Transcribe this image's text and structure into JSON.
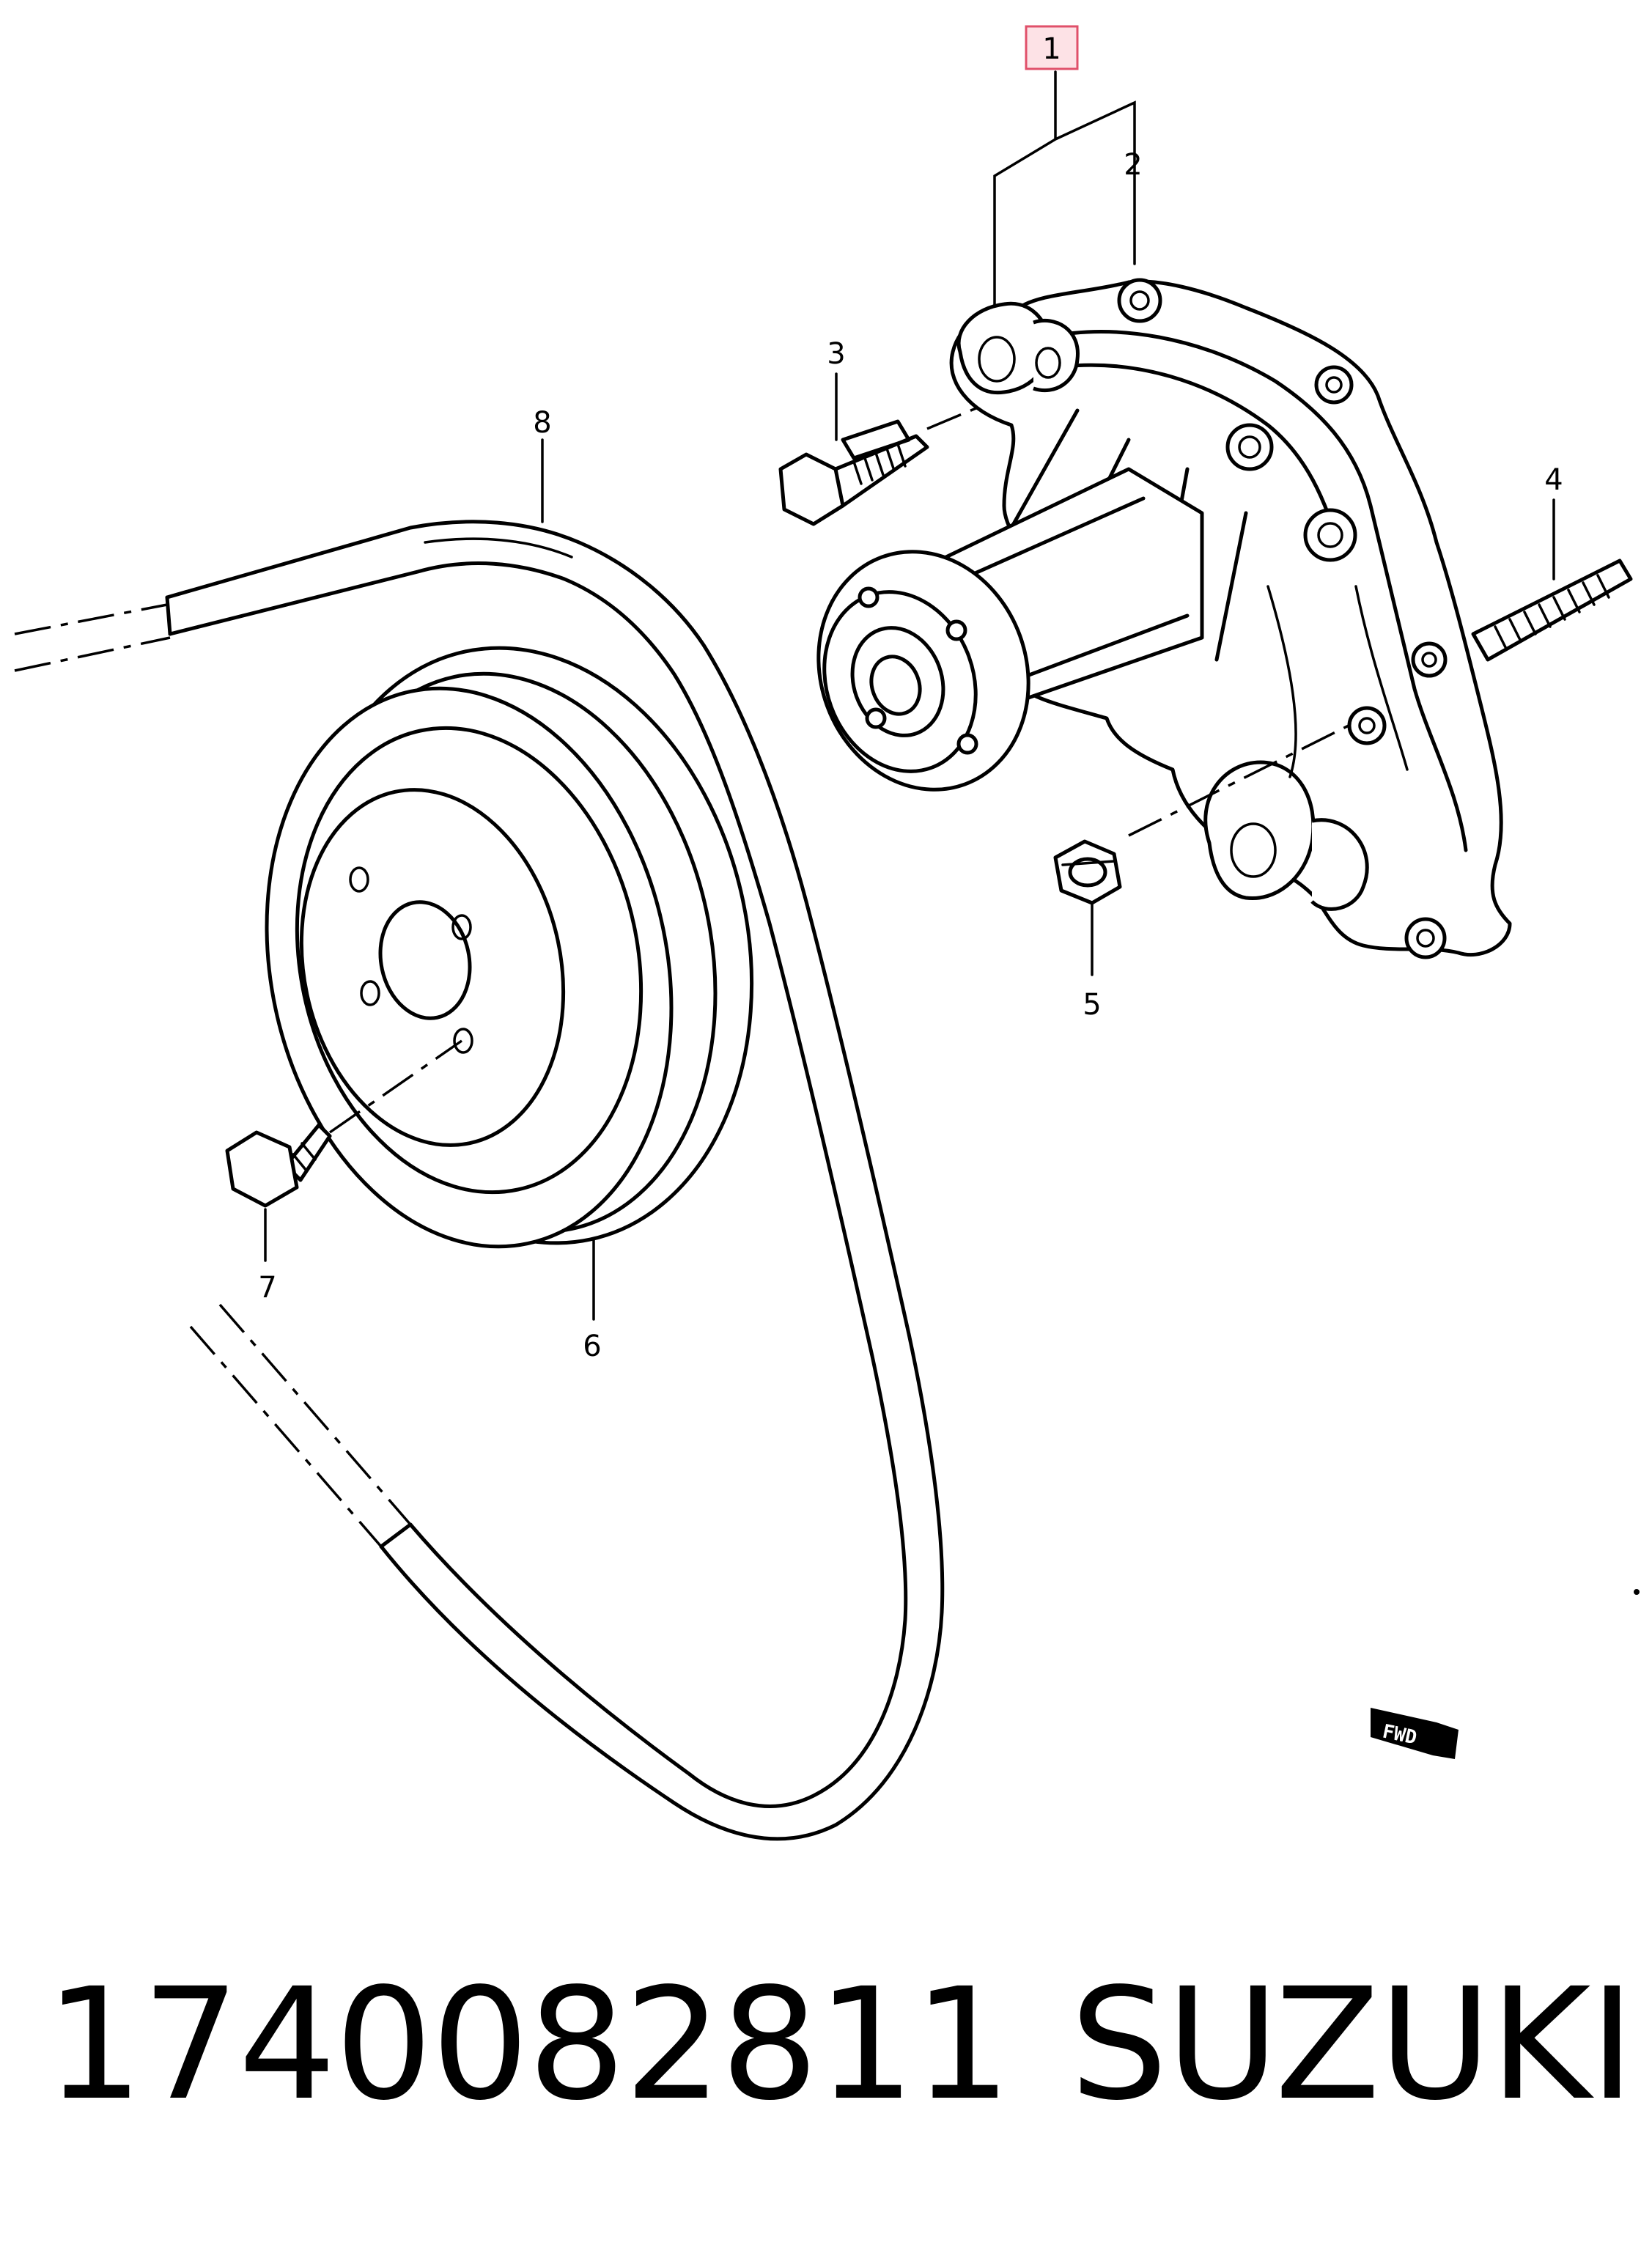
{
  "diagram": {
    "callouts": {
      "c1": "1",
      "c2": "2",
      "c3": "3",
      "c4": "4",
      "c5": "5",
      "c6": "6",
      "c7": "7",
      "c8": "8"
    },
    "fwd_label": "FWD",
    "highlight_color": "#e0506a"
  },
  "footer": {
    "part_number": "1740082811",
    "brand": "SUZUKI"
  }
}
